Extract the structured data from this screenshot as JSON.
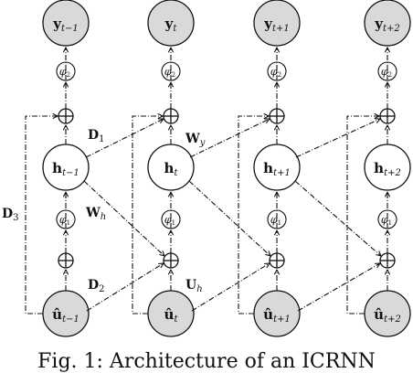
{
  "caption": "Fig. 1: Architecture of an ICRNN",
  "columns": [
    {
      "y": "y",
      "y_sub": "t−1",
      "phi2": "φ",
      "phi2_sub": "2",
      "h": "h",
      "h_sub": "t−1",
      "phi1": "φ",
      "phi1_sub": "1",
      "u": "û",
      "u_sub": "t−1"
    },
    {
      "y": "y",
      "y_sub": "t",
      "phi2": "φ",
      "phi2_sub": "2",
      "h": "h",
      "h_sub": "t",
      "phi1": "φ",
      "phi1_sub": "1",
      "u": "û",
      "u_sub": "t"
    },
    {
      "y": "y",
      "y_sub": "t+1",
      "phi2": "φ",
      "phi2_sub": "2",
      "h": "h",
      "h_sub": "t+1",
      "phi1": "φ",
      "phi1_sub": "1",
      "u": "û",
      "u_sub": "t+1"
    },
    {
      "y": "y",
      "y_sub": "t+2",
      "phi2": "φ",
      "phi2_sub": "2",
      "h": "h",
      "h_sub": "t+2",
      "phi1": "φ",
      "phi1_sub": "1",
      "u": "û",
      "u_sub": "t+2"
    }
  ],
  "edge_labels": {
    "D1": {
      "main": "D",
      "sub": "1"
    },
    "Wy": {
      "main": "W",
      "sub": "y"
    },
    "D3": {
      "main": "D",
      "sub": "3"
    },
    "Wh": {
      "main": "W",
      "sub": "h"
    },
    "D2": {
      "main": "D",
      "sub": "2"
    },
    "Uh": {
      "main": "U",
      "sub": "h"
    }
  },
  "colors": {
    "shaded_node": "#d9d9d9",
    "plain_node": "#ffffff",
    "stroke": "#111111"
  }
}
